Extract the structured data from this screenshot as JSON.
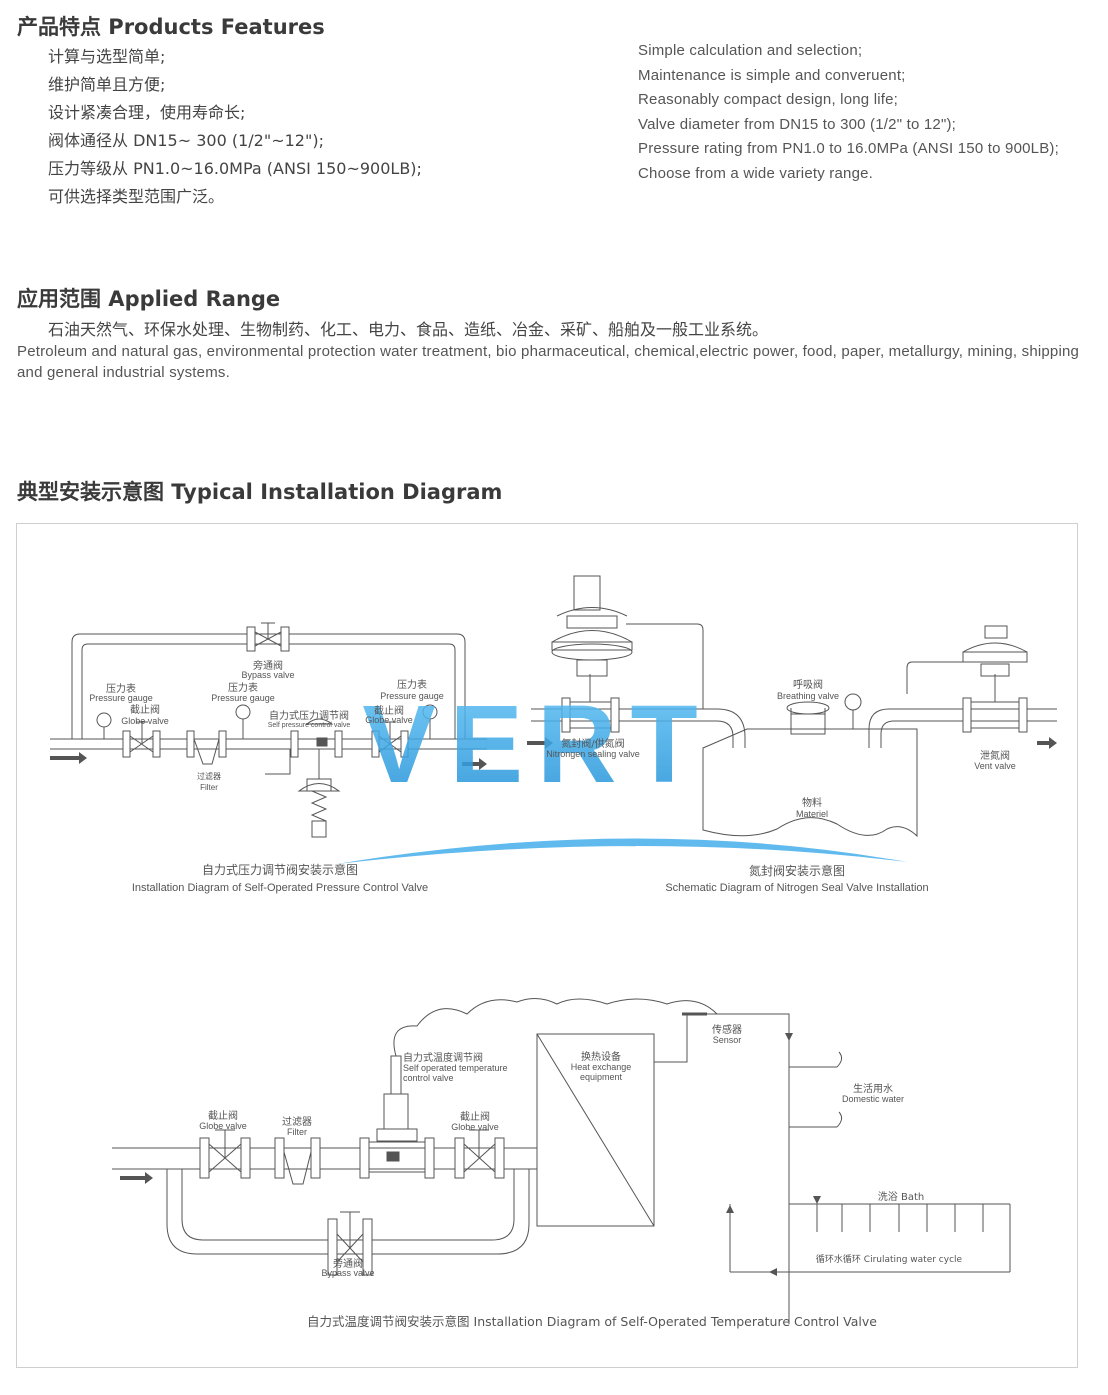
{
  "features": {
    "heading": "产品特点 Products Features",
    "zh_items": [
      "计算与选型简单;",
      "维护简单且方便;",
      "设计紧凑合理，使用寿命长;",
      "阀体通径从 DN15~ 300 (1/2\"~12\");",
      "压力等级从 PN1.0~16.0MPa (ANSI 150~900LB);",
      "可供选择类型范围广泛。"
    ],
    "en_items": [
      "Simple calculation and selection;",
      "Maintenance is simple and converuent;",
      "Reasonably compact design, long life;",
      "Valve diameter from DN15 to 300 (1/2\"  to  12\");",
      "Pressure rating from PN1.0 to 16.0MPa (ANSI 150 to 900LB);",
      "Choose from a wide variety range."
    ]
  },
  "applied_range": {
    "heading": "应用范围 Applied Range",
    "zh": "石油天然气、环保水处理、生物制药、化工、电力、食品、造纸、冶金、采矿、船舶及一般工业系统。",
    "en": "Petroleum and natural gas, environmental protection water treatment, bio pharmaceutical, chemical,electric power, food, paper, metallurgy, mining, shipping and general industrial systems."
  },
  "installation": {
    "heading": "典型安装示意图 Typical Installation Diagram",
    "watermark": "VERT",
    "pressure": {
      "bypass_zh": "旁通阀",
      "bypass_en": "Bypass valve",
      "gauge_zh": "压力表",
      "gauge_en": "Pressure gauge",
      "globe_zh": "截止阀",
      "globe_en": "Globe valve",
      "spcv_zh": "自力式压力调节阀",
      "spcv_en": "Self pressure control valve",
      "filter_zh": "过滤器",
      "filter_en": "Filter",
      "caption_zh": "自力式压力调节阀安装示意图",
      "caption_en": "Installation Diagram of Self-Operated Pressure Control Valve"
    },
    "nitrogen": {
      "seal_zh": "氮封阀/供氮阀",
      "seal_en": "Nitrongen sealing valve",
      "breathing_zh": "呼吸阀",
      "breathing_en": "Breathing valve",
      "vent_zh": "泄氮阀",
      "vent_en": "Vent valve",
      "material_zh": "物料",
      "material_en": "Materiel",
      "caption_zh": "氮封阀安装示意图",
      "caption_en": "Schematic Diagram of Nitrogen Seal Valve Installation"
    },
    "temperature": {
      "globe_zh": "截止阀",
      "globe_en": "Globe valve",
      "filter_zh": "过滤器",
      "filter_en": "Filter",
      "stcv_zh": "自力式温度调节阀",
      "stcv_en1": "Self operated temperature",
      "stcv_en2": "control valve",
      "globe2_zh": "截止阀",
      "globe2_en": "Globe valve",
      "hx_zh": "换热设备",
      "hx_en1": "Heat exchange",
      "hx_en2": "equipment",
      "sensor_zh": "传感器",
      "sensor_en": "Sensor",
      "domestic_zh": "生活用水",
      "domestic_en": "Domestic water",
      "bath": "洗浴 Bath",
      "cycle": "循环水循环 Cirulating water cycle",
      "bypass_zh": "旁通阀",
      "bypass_en": "Bypass valve",
      "caption": "自力式温度调节阀安装示意图 Installation Diagram of Self-Operated Temperature Control Valve"
    }
  },
  "colors": {
    "line": "#555555",
    "watermark": "#3aa9e8",
    "border": "#cfcfcf"
  }
}
